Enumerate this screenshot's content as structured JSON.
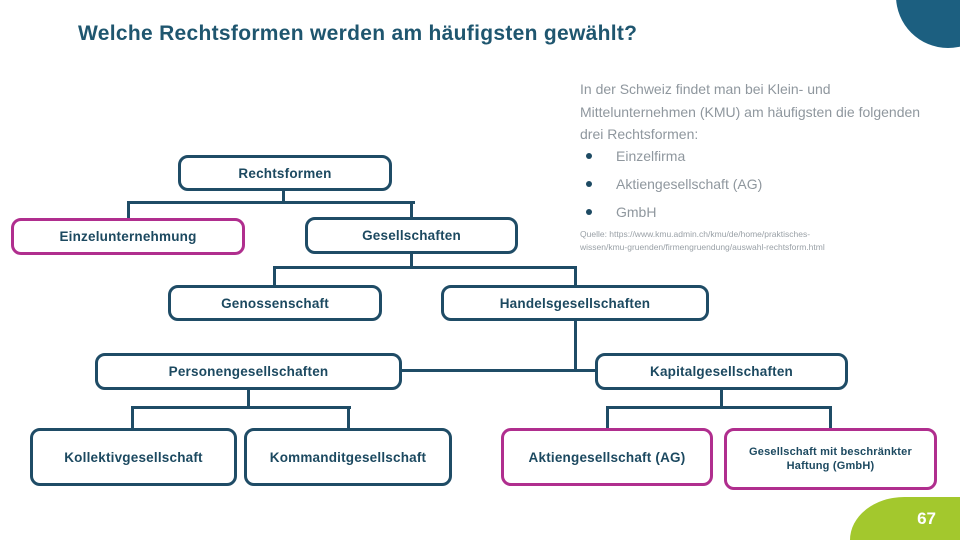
{
  "slide": {
    "title": "Welche Rechtsformen werden am häufigsten gewählt?",
    "page_number": "67"
  },
  "intro": {
    "paragraph": "In der Schweiz findet man bei Klein- und Mittelunternehmen (KMU) am häufigsten die folgenden drei Rechtsformen:",
    "bullets": [
      "Einzelfirma",
      "Aktiengesellschaft (AG)",
      "GmbH"
    ],
    "source": "Quelle: https://www.kmu.admin.ch/kmu/de/home/praktisches-wissen/kmu-gruenden/firmengruendung/auswahl-rechtsform.html"
  },
  "tree": {
    "nodes": [
      {
        "id": "rechtsformen",
        "label": "Rechtsformen",
        "variant": "navy",
        "parent": null
      },
      {
        "id": "einzelunternehmung",
        "label": "Einzelunternehmung",
        "variant": "pink",
        "parent": "rechtsformen"
      },
      {
        "id": "gesellschaften",
        "label": "Gesellschaften",
        "variant": "navy",
        "parent": "rechtsformen"
      },
      {
        "id": "genossenschaft",
        "label": "Genossenschaft",
        "variant": "navy",
        "parent": "gesellschaften"
      },
      {
        "id": "handelsgesellschaften",
        "label": "Handelsgesellschaften",
        "variant": "navy",
        "parent": "gesellschaften"
      },
      {
        "id": "personengesellschaften",
        "label": "Personengesellschaften",
        "variant": "navy",
        "parent": "handelsgesellschaften"
      },
      {
        "id": "kapitalgesellschaften",
        "label": "Kapitalgesellschaften",
        "variant": "navy",
        "parent": "handelsgesellschaften"
      },
      {
        "id": "kollektivgesellschaft",
        "label": "Kollektivgesellschaft",
        "variant": "navy",
        "parent": "personengesellschaften"
      },
      {
        "id": "kommanditgesellschaft",
        "label": "Kommanditgesellschaft",
        "variant": "navy",
        "parent": "personengesellschaften"
      },
      {
        "id": "aktiengesellschaft_ag",
        "label": "Aktiengesellschaft (AG)",
        "variant": "pink",
        "parent": "kapitalgesellschaften"
      },
      {
        "id": "gmbh",
        "label": "Gesellschaft mit beschränkter Haftung (GmbH)",
        "variant": "pink",
        "parent": "kapitalgesellschaften"
      }
    ]
  },
  "colors": {
    "navy": "#1f4c66",
    "pink": "#b02e8e",
    "green": "#a3c82d",
    "circle_blue": "#1c5f80",
    "title": "#1f566f",
    "body_gray": "#8f979e"
  }
}
